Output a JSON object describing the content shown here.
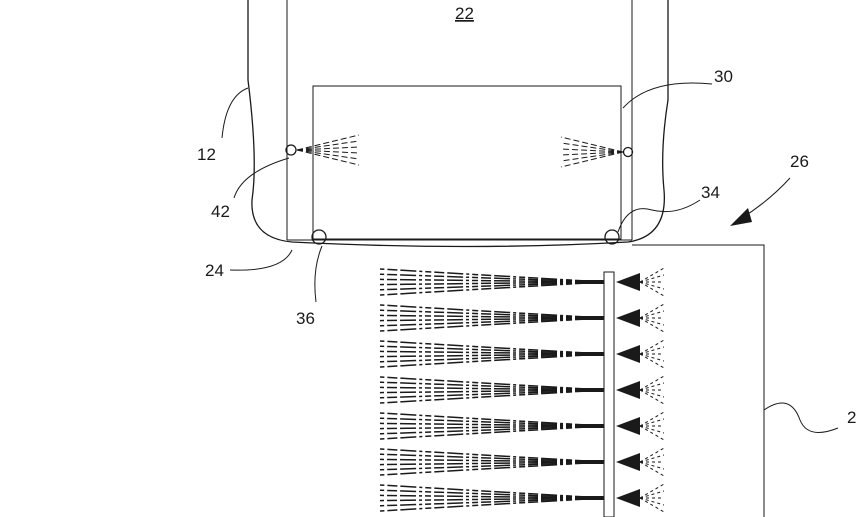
{
  "figure": {
    "labels": {
      "ref_22": "22",
      "ref_30": "30",
      "ref_12": "12",
      "ref_26": "26",
      "ref_42": "42",
      "ref_34": "34",
      "ref_24": "24",
      "ref_36": "36",
      "ref_edge": "2"
    },
    "right_array_nozzle_count": 7
  }
}
